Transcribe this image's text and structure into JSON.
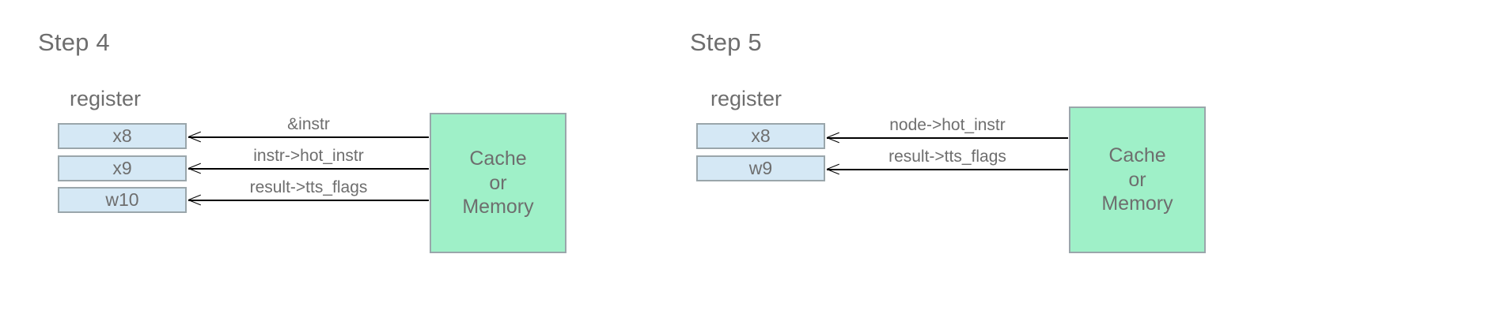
{
  "diagram": {
    "title_color": "#6e6e6e",
    "register_fill": "#d5e8f5",
    "register_border": "#9aa6ab",
    "memory_fill": "#9ff0c8",
    "arrow_color": "#000000",
    "background": "#ffffff"
  },
  "steps": [
    {
      "title": "Step 4",
      "register_group_label": "register",
      "registers": [
        {
          "name": "x8"
        },
        {
          "name": "x9"
        },
        {
          "name": "w10"
        }
      ],
      "memory": {
        "line1": "Cache",
        "line2": "or",
        "line3": "Memory"
      },
      "transfers": [
        {
          "label": "&instr",
          "direction": "memory-to-register",
          "target_register": "x8"
        },
        {
          "label": "instr->hot_instr",
          "direction": "memory-to-register",
          "target_register": "x9"
        },
        {
          "label": "result->tts_flags",
          "direction": "memory-to-register",
          "target_register": "w10"
        }
      ]
    },
    {
      "title": "Step 5",
      "register_group_label": "register",
      "registers": [
        {
          "name": "x8"
        },
        {
          "name": "w9"
        }
      ],
      "memory": {
        "line1": "Cache",
        "line2": "or",
        "line3": "Memory"
      },
      "transfers": [
        {
          "label": "node->hot_instr",
          "direction": "memory-to-register",
          "target_register": "x8"
        },
        {
          "label": "result->tts_flags",
          "direction": "memory-to-register",
          "target_register": "w9"
        }
      ]
    }
  ]
}
